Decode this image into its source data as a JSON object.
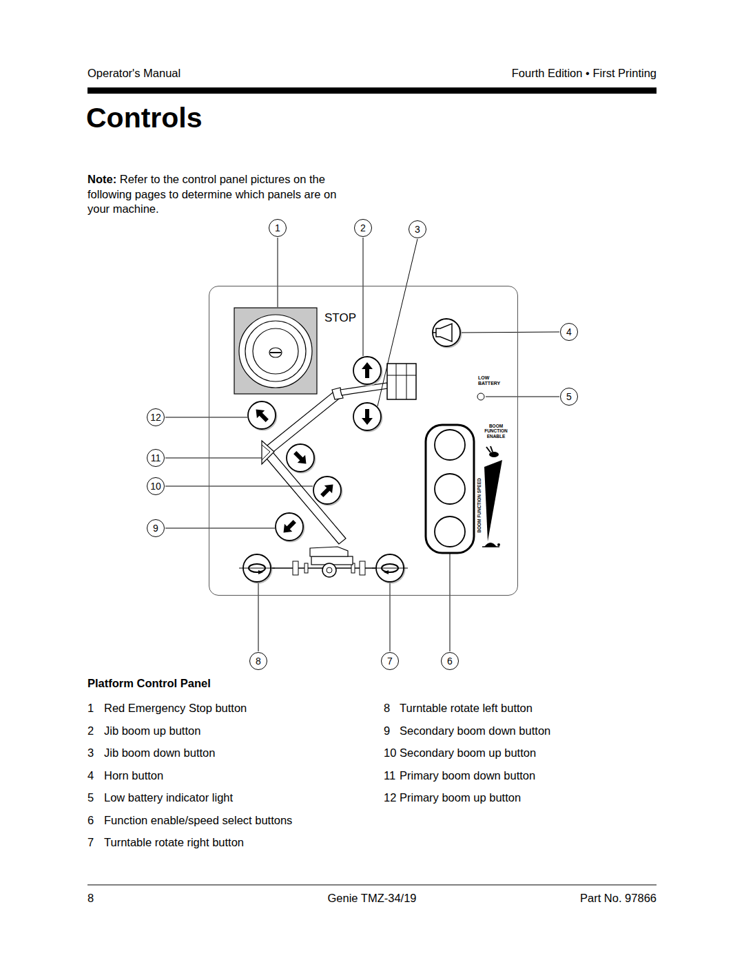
{
  "diagram": {
    "title": "Controls",
    "nodes": [
      {
        "text": [
          "STOP",
          "LOW BATTERY",
          "BOOM FUNCTION ENABLE",
          "BOOM FUNCTION SPEED"
        ]
      }
    ],
    "labels": [
      "Operator's Manual",
      "Fourth Edition • First Printing",
      "Controls",
      "Note:",
      "Refer to the control panel pictures on the following pages to determine which panels are on your machine.",
      "1",
      "2",
      "3",
      "4",
      "5",
      "6",
      "7",
      "8",
      "9",
      "10",
      "11",
      "12",
      "Platform Control Panel",
      "1",
      "Red Emergency Stop button",
      "2",
      "Jib boom up button",
      "3",
      "Jib boom down button",
      "4",
      "Horn button",
      "5",
      "Low battery indicator light",
      "6",
      "Function enable/speed select buttons",
      "7",
      "Turntable rotate right button",
      "8",
      "Turntable rotate left button",
      "9",
      "Secondary boom down button",
      "10",
      "Secondary boom up button",
      "11",
      "Primary boom down button",
      "12",
      "Primary boom up button",
      "8",
      "Genie TMZ-34/19",
      "Part No. 97866"
    ]
  }
}
